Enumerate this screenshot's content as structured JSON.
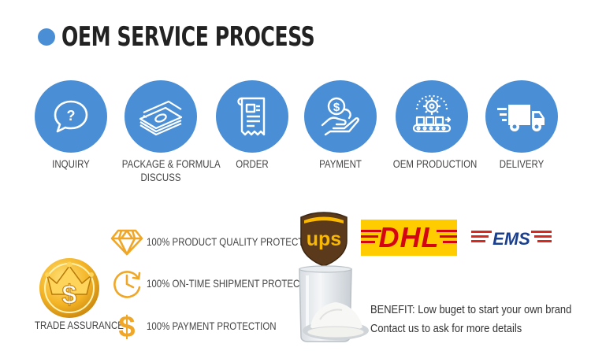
{
  "title": "OEM SERVICE PROCESS",
  "colors": {
    "accent": "#4a8fd6",
    "gold": "#f0a626",
    "dhl_yellow": "#ffcc00",
    "dhl_red": "#d40511",
    "ems_blue": "#1a3f8f",
    "ems_red": "#d62a20",
    "ups_brown": "#5a3a1a",
    "ups_gold": "#fbb800"
  },
  "steps": [
    {
      "label": "INQUIRY",
      "icon": "chat-question-icon"
    },
    {
      "label": "PACKAGE & FORMULA",
      "label2": "DISCUSS",
      "icon": "money-stack-icon"
    },
    {
      "label": "ORDER",
      "icon": "document-icon"
    },
    {
      "label": "PAYMENT",
      "icon": "hand-coin-icon"
    },
    {
      "label": "OEM PRODUCTION",
      "icon": "conveyor-gear-icon"
    },
    {
      "label": "DELIVERY",
      "icon": "truck-icon"
    }
  ],
  "protections": [
    {
      "text": "100% PRODUCT QUALITY PROTECTION",
      "icon": "diamond-icon"
    },
    {
      "text": "100% ON-TIME SHIPMENT PROTECTION",
      "icon": "clock-icon"
    },
    {
      "text": "100% PAYMENT PROTECTION",
      "icon": "dollar-icon"
    }
  ],
  "trade_assurance": {
    "label": "TRADE ASSURANCE",
    "icon": "crown-dollar-icon"
  },
  "carriers": {
    "ups": "ups",
    "dhl": "DHL",
    "ems": "EMS"
  },
  "benefit": {
    "line1": "BENEFIT: Low buget to start your own brand",
    "line2": "Contact us to ask for more details"
  }
}
